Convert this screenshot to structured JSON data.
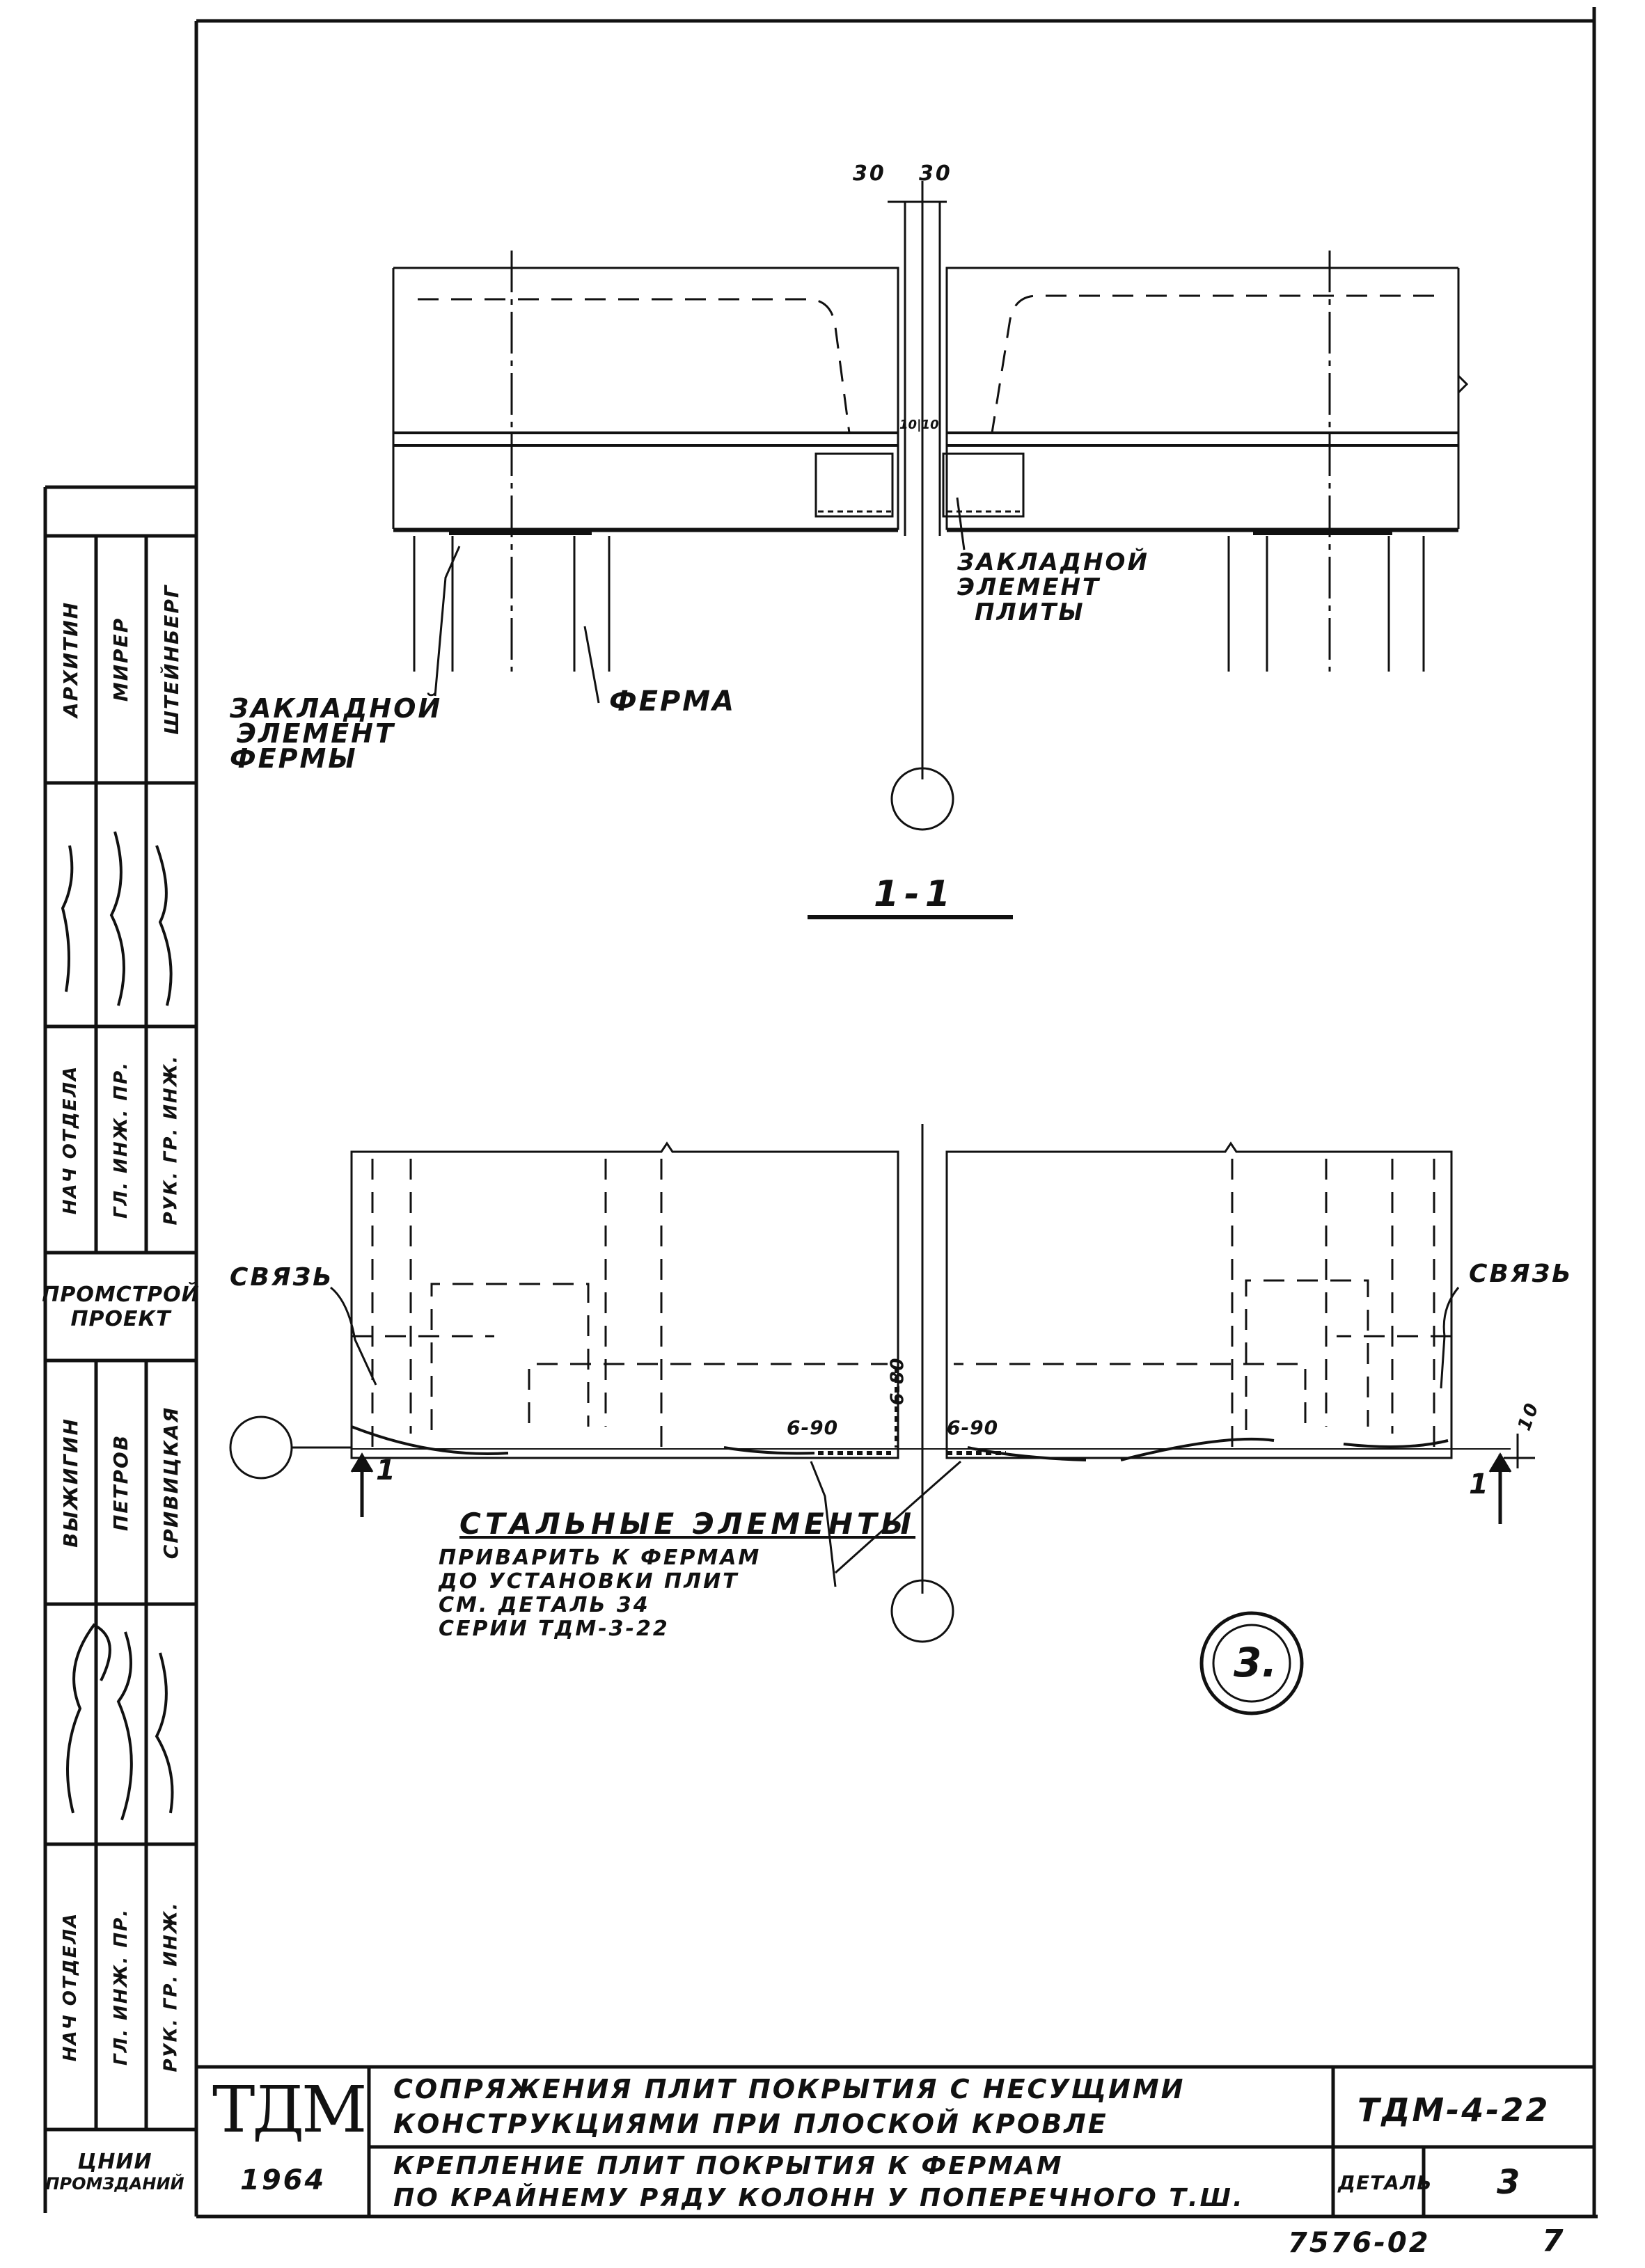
{
  "dims": {
    "top_gap_left": "30",
    "top_gap_right": "30",
    "joint": "10|10",
    "weld_left": "6-90",
    "weld_vertical": "6-80",
    "weld_right": "6-90",
    "offset_right": "10"
  },
  "labels": {
    "embedded_plate": [
      "ЗАКЛАДНОЙ",
      "ЭЛЕМЕНТ",
      "ПЛИТЫ"
    ],
    "embedded_truss": [
      "ЗАКЛАДНОЙ",
      "ЭЛЕМЕНТ",
      "ФЕРМЫ"
    ],
    "truss": "ФЕРМА",
    "section": "1-1",
    "tie_left": "СВЯЗЬ",
    "tie_right": "СВЯЗЬ",
    "cut_left": "1",
    "cut_right": "1",
    "steel_title": "СТАЛЬНЫЕ ЭЛЕМЕНТЫ",
    "steel_note": [
      "ПРИВАРИТЬ К ФЕРМАМ",
      "ДО УСТАНОВКИ ПЛИТ",
      "СМ. ДЕТАЛЬ 34",
      "СЕРИИ ТДМ-3-22"
    ],
    "detail_marker": "3."
  },
  "title_block": {
    "org_logo": "ТДМ",
    "year": "1964",
    "title_main": [
      "СОПРЯЖЕНИЯ ПЛИТ ПОКРЫТИЯ С НЕСУЩИМИ",
      "КОНСТРУКЦИЯМИ ПРИ ПЛОСКОЙ КРОВЛЕ"
    ],
    "title_sub": [
      "КРЕПЛЕНИЕ ПЛИТ ПОКРЫТИЯ К ФЕРМАМ",
      "ПО КРАЙНЕМУ РЯДУ КОЛОНН У ПОПЕРЕЧНОГО Т.Ш."
    ],
    "series": "ТДМ-4-22",
    "detail_label": "ДЕТАЛЬ",
    "detail_no": "3",
    "archive_no": "7576-02",
    "sheet_no": "7"
  },
  "side_stamp": {
    "upper": {
      "roles": [
        "НАЧ ОТДЕЛА",
        "ГЛ. ИНЖ. ПР.",
        "РУК. ГР. ИНЖ."
      ],
      "names": [
        "АРХИТИН",
        "МИРЕР",
        "ШТЕЙНБЕРГ"
      ],
      "org": [
        "ПРОМСТРОЙ",
        "ПРОЕКТ"
      ]
    },
    "lower": {
      "roles": [
        "НАЧ ОТДЕЛА",
        "ГЛ. ИНЖ. ПР.",
        "РУК. ГР. ИНЖ."
      ],
      "names": [
        "ВЫЖИГИН",
        "ПЕТРОВ",
        "СРИВИЦКАЯ"
      ],
      "org": [
        "ЦНИИ",
        "ПРОМЗДАНИЙ"
      ]
    }
  }
}
